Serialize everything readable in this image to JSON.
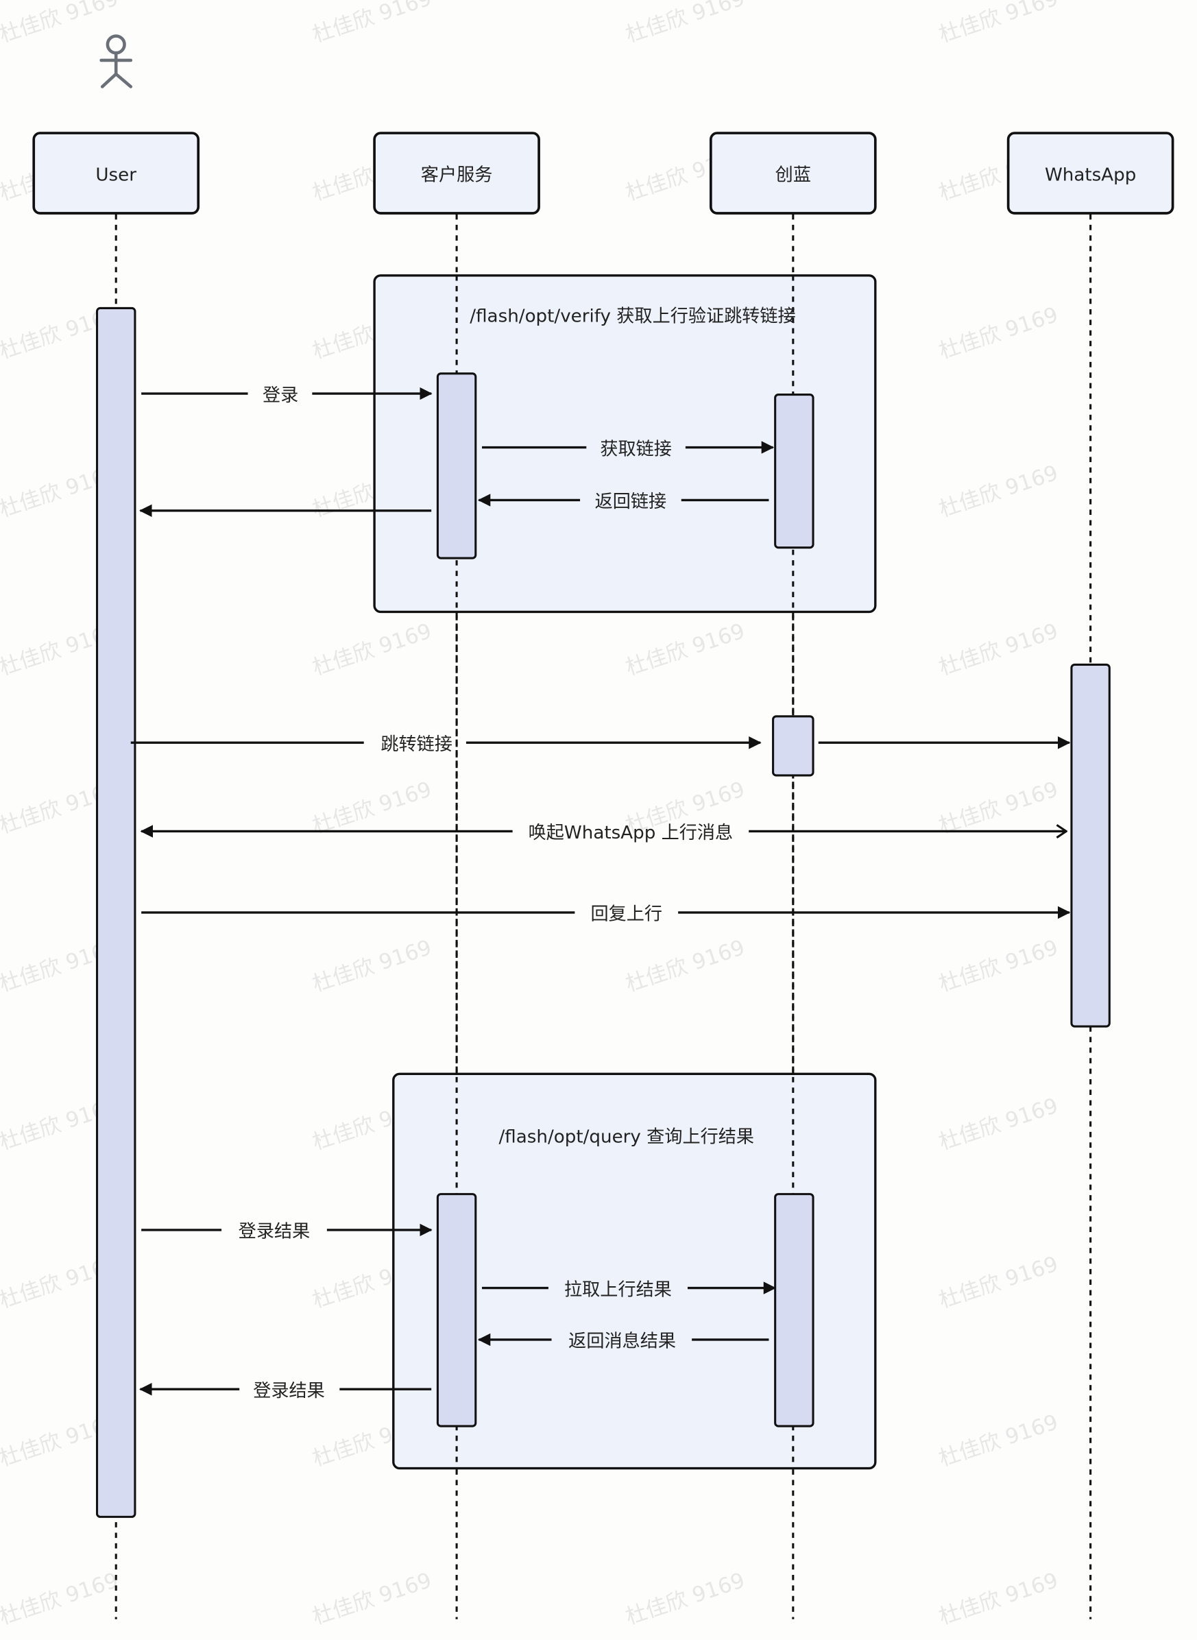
{
  "diagram": {
    "type": "sequence",
    "watermark": "杜佳欣 9169",
    "actor_icon": "stick-figure-icon",
    "participants": [
      {
        "id": "user",
        "label": "User"
      },
      {
        "id": "cs",
        "label": "客户服务"
      },
      {
        "id": "cl",
        "label": "创蓝"
      },
      {
        "id": "wa",
        "label": "WhatsApp"
      }
    ],
    "frames": [
      {
        "label": "/flash/opt/verify 获取上行验证跳转链接"
      },
      {
        "label": "/flash/opt/query 查询上行结果"
      }
    ],
    "messages": [
      {
        "from": "user",
        "to": "cs",
        "label": "登录",
        "style": "solid-filled"
      },
      {
        "from": "cs",
        "to": "cl",
        "label": "获取链接",
        "style": "solid-filled"
      },
      {
        "from": "cl",
        "to": "cs",
        "label": "返回链接",
        "style": "solid-filled"
      },
      {
        "from": "cs",
        "to": "user",
        "label": "",
        "style": "solid-filled"
      },
      {
        "from": "user",
        "to": "cl",
        "label": "跳转链接",
        "style": "solid-filled"
      },
      {
        "from": "cl",
        "to": "wa",
        "label": "",
        "style": "solid-filled"
      },
      {
        "from": "wa",
        "to": "user",
        "label": "唤起WhatsApp 上行消息",
        "style": "bidirectional-open"
      },
      {
        "from": "user",
        "to": "wa",
        "label": "回复上行",
        "style": "solid-filled"
      },
      {
        "from": "user",
        "to": "cs",
        "label": "登录结果",
        "style": "solid-filled"
      },
      {
        "from": "cs",
        "to": "cl",
        "label": "拉取上行结果",
        "style": "solid-filled"
      },
      {
        "from": "cl",
        "to": "cs",
        "label": "返回消息结果",
        "style": "solid-filled"
      },
      {
        "from": "cs",
        "to": "user",
        "label": "登录结果",
        "style": "solid-filled"
      }
    ]
  }
}
